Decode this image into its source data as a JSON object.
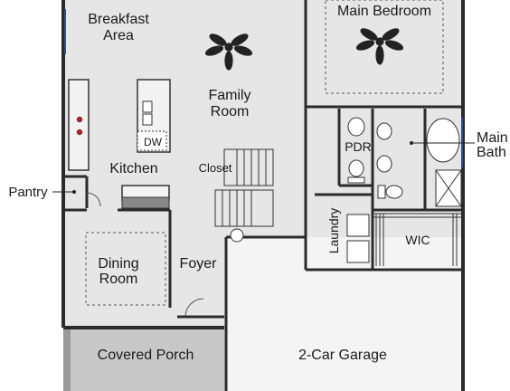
{
  "rooms": {
    "breakfast_line1": "Breakfast",
    "breakfast_line2": "Area",
    "main_bedroom": "Main Bedroom",
    "family_line1": "Family",
    "family_line2": "Room",
    "main_bath_line1": "Main",
    "main_bath_line2": "Bath",
    "pdr": "PDR",
    "dw": "DW",
    "kitchen": "Kitchen",
    "closet": "Closet",
    "pantry": "Pantry",
    "laundry": "Laundry",
    "wic": "WIC",
    "dining_line1": "Dining",
    "dining_line2": "Room",
    "foyer": "Foyer",
    "covered_porch": "Covered Porch",
    "garage": "2-Car Garage"
  },
  "colors": {
    "floor": "#e6e6e6",
    "porch": "#c8c8c8",
    "walls": "#2b2b2b",
    "accent_blue": "#2a4f8f",
    "stove_red": "#b22222"
  }
}
